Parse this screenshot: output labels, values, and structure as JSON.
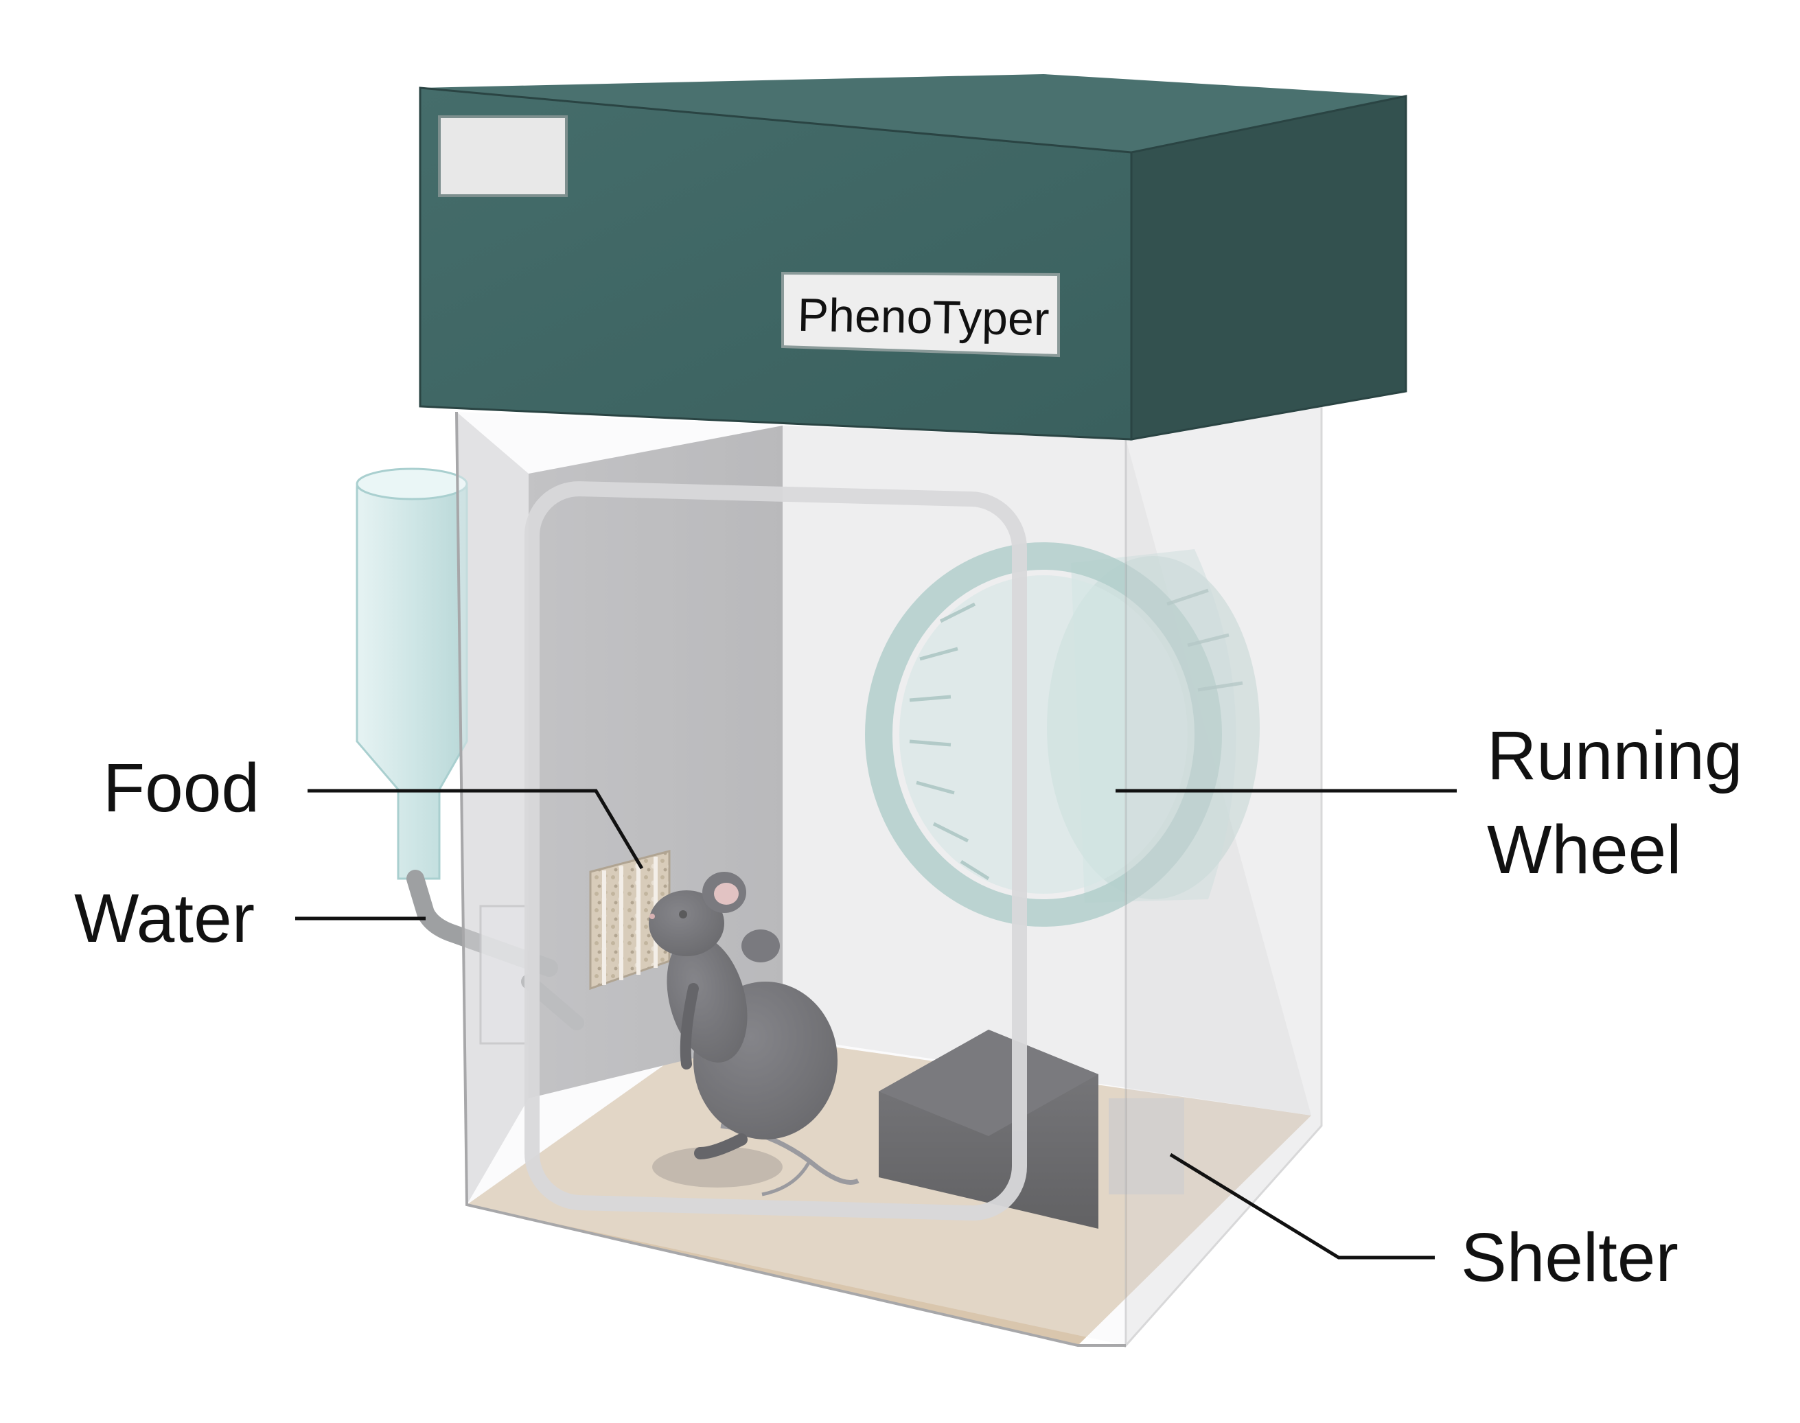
{
  "device": {
    "brand_label": "PhenoTyper"
  },
  "callouts": {
    "food": "Food",
    "water": "Water",
    "running_wheel_line1": "Running",
    "running_wheel_line2": "Wheel",
    "shelter": "Shelter"
  },
  "colors": {
    "housing_top": "#3f6664",
    "housing_side": "#33514f",
    "floor": "#d9c6ad",
    "wheel": "#9cc4bf",
    "mouse": "#2f2f33",
    "shelter": "#1e1e20",
    "bottle": "#cfe6e6"
  }
}
